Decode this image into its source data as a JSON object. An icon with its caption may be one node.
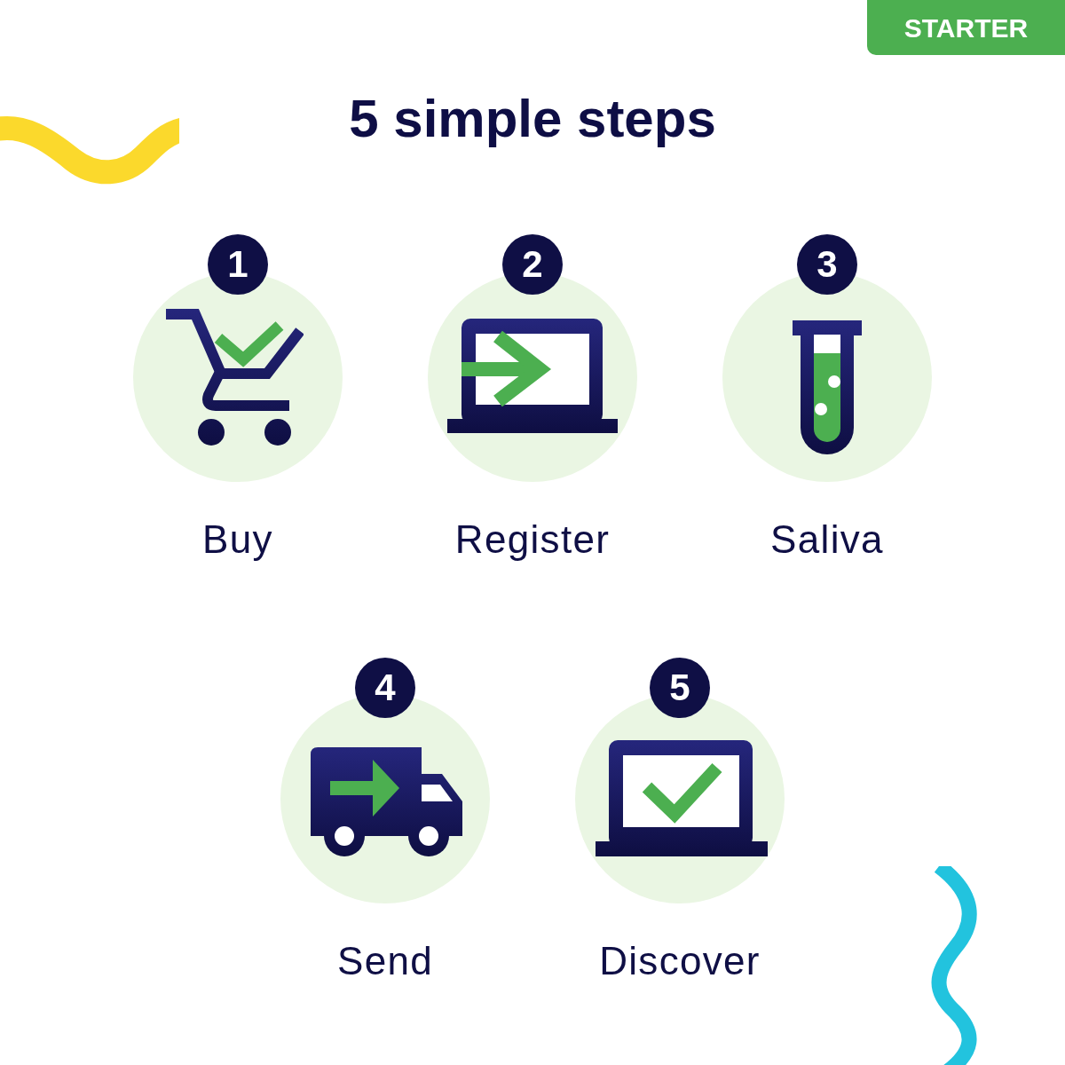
{
  "diagram": {
    "title": "5 simple steps",
    "nodes": [
      {
        "text": [
          "STARTER"
        ]
      },
      {
        "text": [
          "1"
        ]
      },
      {
        "text": [
          "Buy"
        ]
      },
      {
        "text": [
          "2"
        ]
      },
      {
        "text": [
          "Register"
        ]
      },
      {
        "text": [
          "3"
        ]
      },
      {
        "text": [
          "Saliva"
        ]
      },
      {
        "text": [
          "4"
        ]
      },
      {
        "text": [
          "Send"
        ]
      },
      {
        "text": [
          "5"
        ]
      },
      {
        "text": [
          "Discover"
        ]
      }
    ]
  }
}
